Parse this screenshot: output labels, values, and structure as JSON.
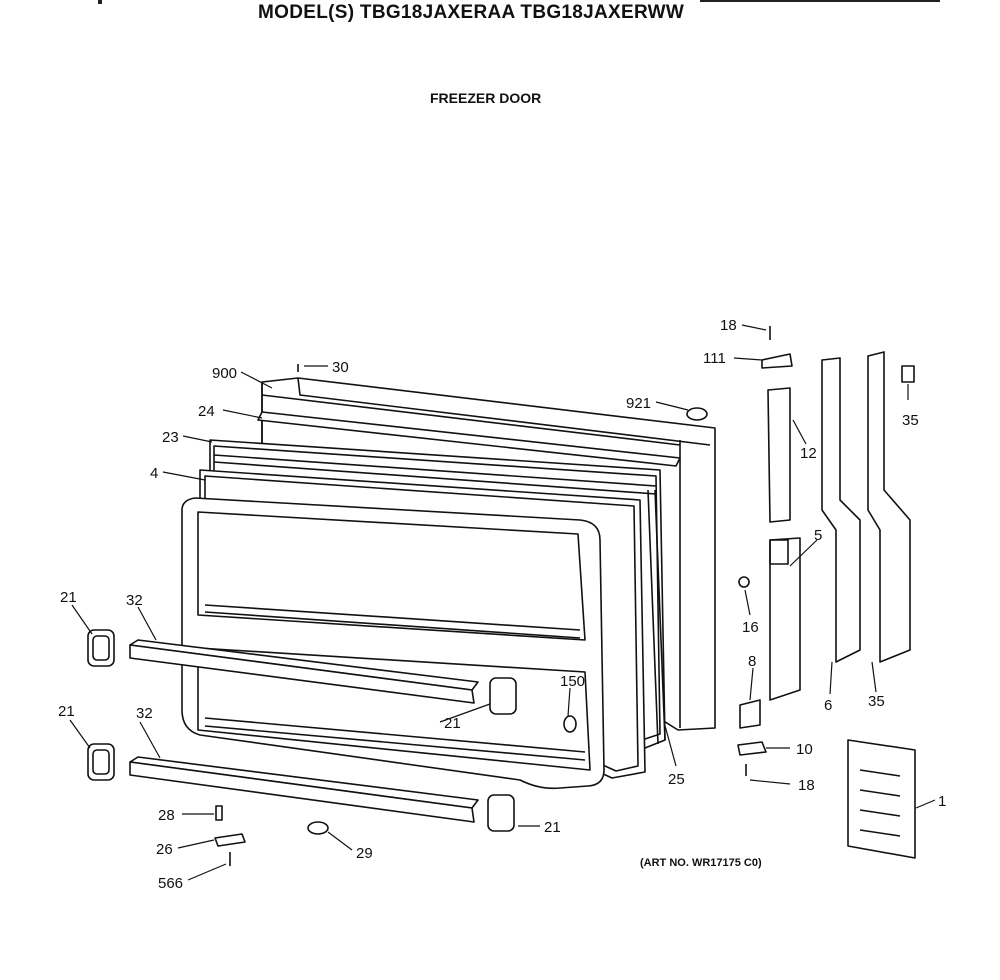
{
  "header": {
    "title": "MODEL(S) TBG18JAXERAA  TBG18JAXERWW",
    "subtitle": "FREEZER DOOR"
  },
  "footer": {
    "art_number": "(ART NO. WR17175 C0)"
  },
  "callouts": [
    {
      "id": "c18a",
      "label": "18"
    },
    {
      "id": "c111",
      "label": "111"
    },
    {
      "id": "c900",
      "label": "900"
    },
    {
      "id": "c30",
      "label": "30"
    },
    {
      "id": "c921",
      "label": "921"
    },
    {
      "id": "c35a",
      "label": "35"
    },
    {
      "id": "c24",
      "label": "24"
    },
    {
      "id": "c12",
      "label": "12"
    },
    {
      "id": "c23",
      "label": "23"
    },
    {
      "id": "c4",
      "label": "4"
    },
    {
      "id": "c5",
      "label": "5"
    },
    {
      "id": "c21a",
      "label": "21"
    },
    {
      "id": "c32a",
      "label": "32"
    },
    {
      "id": "c16",
      "label": "16"
    },
    {
      "id": "c150",
      "label": "150"
    },
    {
      "id": "c8",
      "label": "8"
    },
    {
      "id": "c21b",
      "label": "21"
    },
    {
      "id": "c6",
      "label": "6"
    },
    {
      "id": "c35b",
      "label": "35"
    },
    {
      "id": "c21c",
      "label": "21"
    },
    {
      "id": "c32b",
      "label": "32"
    },
    {
      "id": "c10",
      "label": "10"
    },
    {
      "id": "c25",
      "label": "25"
    },
    {
      "id": "c18b",
      "label": "18"
    },
    {
      "id": "c1",
      "label": "1"
    },
    {
      "id": "c28",
      "label": "28"
    },
    {
      "id": "c21d",
      "label": "21"
    },
    {
      "id": "c26",
      "label": "26"
    },
    {
      "id": "c29",
      "label": "29"
    },
    {
      "id": "c566",
      "label": "566"
    }
  ]
}
